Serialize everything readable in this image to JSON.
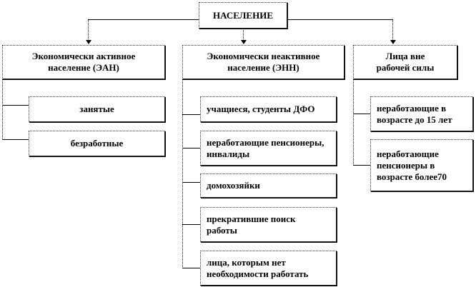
{
  "root": "НАСЕЛЕНИЕ",
  "categories": [
    {
      "title": "Экономически активное население (ЭАН)",
      "items": [
        "занятые",
        "безработные"
      ]
    },
    {
      "title": "Экономически неактивное население (ЭНН)",
      "items": [
        "учащиеся,  студенты ДФО",
        "неработающие пенсионеры, инвалиды",
        "домохозяйки",
        "прекратившие поиск работы",
        "лица, которым нет необходимости работать"
      ]
    },
    {
      "title": "Лица вне рабочей силы",
      "items": [
        "неработающие в возрасте до 15 лет",
        "неработающие пенсионеры в возрасте более70"
      ]
    }
  ]
}
